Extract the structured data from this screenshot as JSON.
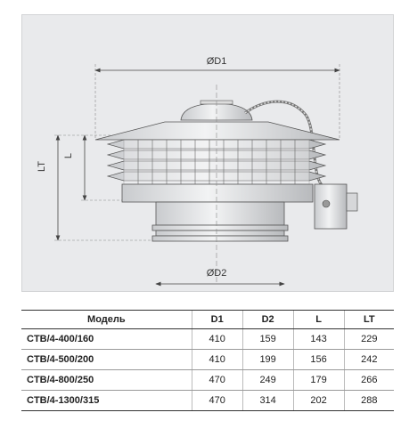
{
  "dimensions": {
    "d1": "ØD1",
    "d2": "ØD2",
    "l": "L",
    "lt": "LT"
  },
  "table": {
    "headers": [
      "Модель",
      "D1",
      "D2",
      "L",
      "LT"
    ],
    "rows": [
      [
        "CTB/4-400/160",
        "410",
        "159",
        "143",
        "229"
      ],
      [
        "CTB/4-500/200",
        "410",
        "199",
        "156",
        "242"
      ],
      [
        "CTB/4-800/250",
        "470",
        "249",
        "179",
        "266"
      ],
      [
        "CTB/4-1300/315",
        "470",
        "314",
        "202",
        "288"
      ]
    ]
  }
}
